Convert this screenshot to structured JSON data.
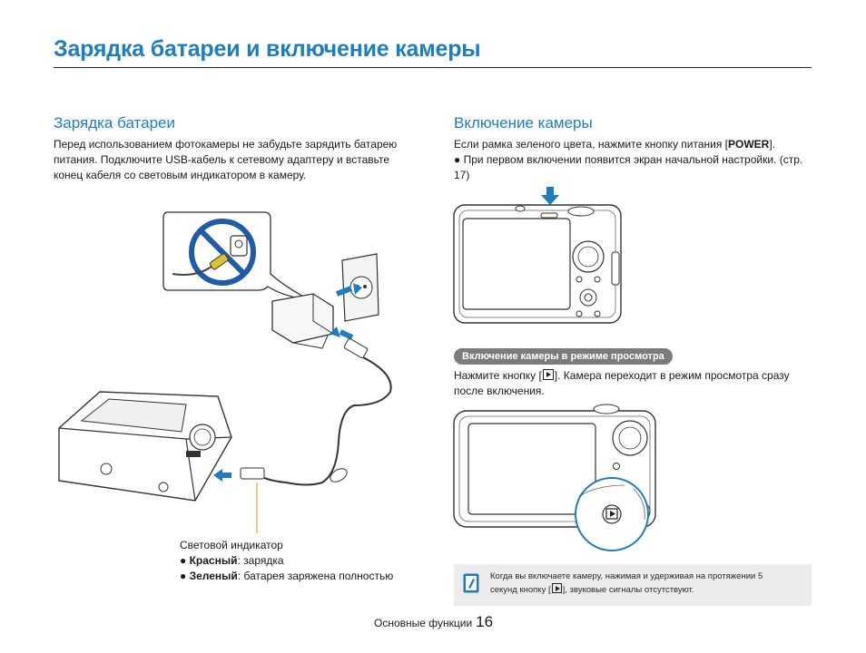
{
  "page_title": "Зарядка батареи и включение камеры",
  "left": {
    "heading": "Зарядка батареи",
    "intro": "Перед использованием фотокамеры не забудьте зарядить батарею питания. Подключите USB-кабель к сетевому адаптеру и вставьте конец кабеля со световым индикатором в камеру.",
    "indicator_title": "Световой индикатор",
    "indicator_items": [
      {
        "bullet": "●",
        "label": "Красный",
        "desc": ": зарядка"
      },
      {
        "bullet": "●",
        "label": "Зеленый",
        "desc": ": батарея заряжена полностью"
      }
    ]
  },
  "right": {
    "heading": "Включение камеры",
    "line1_pre": "Если рамка зеленого цвета, нажмите кнопку питания [",
    "line1_key": "POWER",
    "line1_post": "].",
    "bullet": "●",
    "bullet_text": "При первом включении появится экран начальной настройки. (стр. 17)",
    "playback_pill": "Включение камеры в режиме просмотра",
    "playback_pre": "Нажмите кнопку [",
    "playback_post": "]. Камера переходит в режим просмотра сразу после включения."
  },
  "note": {
    "line1": "Когда вы включаете камеру, нажимая и удерживая на протяжении 5",
    "line2_pre": "секунд кнопку [",
    "line2_post": "], звуковые сигналы отсутствуют."
  },
  "footer": {
    "section": "Основные функции",
    "page": "16"
  },
  "colors": {
    "accent": "#1e7dc1",
    "no_sign": "#1f5ba8",
    "pill_bg": "#7c7c7c",
    "note_bg": "#ececec",
    "indicator_line": "#e8a33a"
  }
}
